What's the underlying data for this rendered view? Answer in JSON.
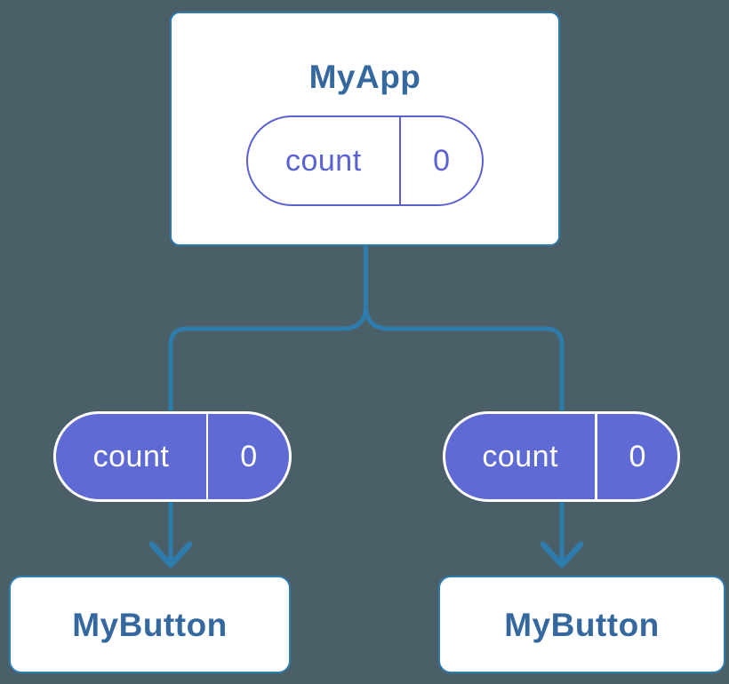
{
  "diagram": {
    "description": "Component tree showing state passed down as props",
    "parent": {
      "label": "MyApp",
      "state": {
        "name": "count",
        "value": "0"
      }
    },
    "children": [
      {
        "label": "MyButton",
        "prop": {
          "name": "count",
          "value": "0"
        }
      },
      {
        "label": "MyButton",
        "prop": {
          "name": "count",
          "value": "0"
        }
      }
    ],
    "colors": {
      "background": "#4b5f68",
      "connector": "#2e7cad",
      "card_border": "#2e7cad",
      "card_background": "#ffffff",
      "card_text": "#35689e",
      "pill_accent": "#5a62d2",
      "pill_fill": "#5f6ad5",
      "pill_text_on_solid": "#ffffff"
    }
  }
}
